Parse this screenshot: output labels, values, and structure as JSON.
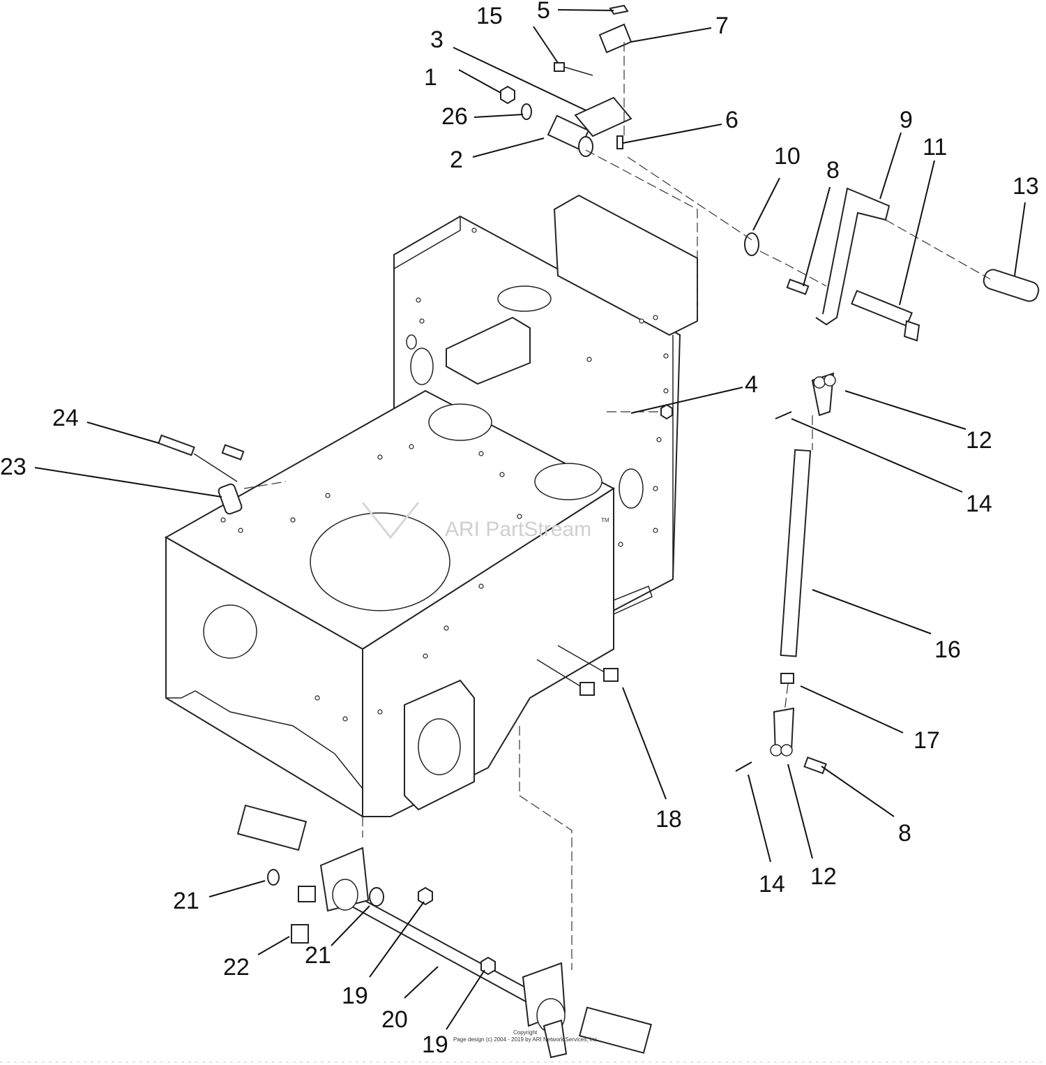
{
  "diagram": {
    "watermark": "ARI PartStream",
    "watermark_tm": "TM",
    "copyright_heading": "Copyright",
    "copyright_line": "Page design (c) 2004 - 2019 by ARI Network Services, Inc.",
    "callouts": [
      {
        "id": "c-1",
        "label": "1"
      },
      {
        "id": "c-2",
        "label": "2"
      },
      {
        "id": "c-3",
        "label": "3"
      },
      {
        "id": "c-4",
        "label": "4"
      },
      {
        "id": "c-5",
        "label": "5"
      },
      {
        "id": "c-6",
        "label": "6"
      },
      {
        "id": "c-7",
        "label": "7"
      },
      {
        "id": "c-8a",
        "label": "8"
      },
      {
        "id": "c-8b",
        "label": "8"
      },
      {
        "id": "c-9",
        "label": "9"
      },
      {
        "id": "c-10",
        "label": "10"
      },
      {
        "id": "c-11",
        "label": "11"
      },
      {
        "id": "c-12a",
        "label": "12"
      },
      {
        "id": "c-12b",
        "label": "12"
      },
      {
        "id": "c-13",
        "label": "13"
      },
      {
        "id": "c-14a",
        "label": "14"
      },
      {
        "id": "c-14b",
        "label": "14"
      },
      {
        "id": "c-15",
        "label": "15"
      },
      {
        "id": "c-16",
        "label": "16"
      },
      {
        "id": "c-17",
        "label": "17"
      },
      {
        "id": "c-18",
        "label": "18"
      },
      {
        "id": "c-19a",
        "label": "19"
      },
      {
        "id": "c-19b",
        "label": "19"
      },
      {
        "id": "c-20",
        "label": "20"
      },
      {
        "id": "c-21a",
        "label": "21"
      },
      {
        "id": "c-21b",
        "label": "21"
      },
      {
        "id": "c-22",
        "label": "22"
      },
      {
        "id": "c-23",
        "label": "23"
      },
      {
        "id": "c-24",
        "label": "24"
      },
      {
        "id": "c-26",
        "label": "26"
      }
    ]
  }
}
